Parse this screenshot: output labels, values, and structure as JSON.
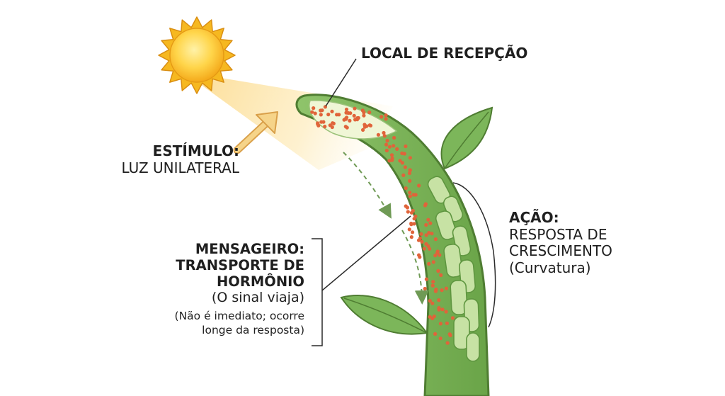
{
  "colors": {
    "sun_core": "#fbc531",
    "sun_rays": "#f6b820",
    "light_beam": "#fde8b0",
    "stem_fill": "#7cb65a",
    "stem_outline": "#4f7d32",
    "cell_fill": "#c7e2a4",
    "hormone_dot": "#e0643a",
    "arrow": "#f3c97a",
    "dashed_arrow": "#6f9a55"
  },
  "labels": {
    "reception": "LOCAL DE RECEPÇÃO",
    "stimulus_title": "ESTÍMULO:",
    "stimulus_text": "LUZ UNILATERAL",
    "action_title": "AÇÃO:",
    "action_line1": "RESPOSTA DE",
    "action_line2": "CRESCIMENTO",
    "action_line3": "(Curvatura)",
    "messenger_line1": "MENSAGEIRO:",
    "messenger_line2": "TRANSPORTE DE",
    "messenger_line3": "HORMÔNIO",
    "messenger_sub": "(O sinal viaja)",
    "messenger_note1": "(Não é imediato; ocorre",
    "messenger_note2": "longe da resposta)"
  },
  "icons": {
    "sun": "sun-icon",
    "light_beam": "light-beam",
    "stimulus_arrow": "arrow-up-right-icon",
    "hormone_path": "dashed-curved-arrow-icon"
  }
}
